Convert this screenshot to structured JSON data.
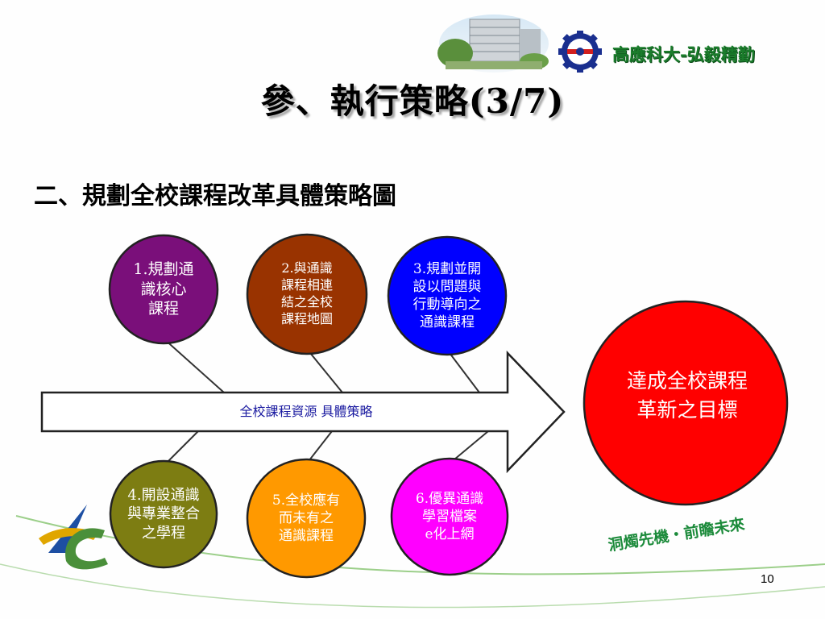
{
  "header": {
    "school_name": "高應科大-弘毅精勤",
    "title": "參、執行策略(3/7)"
  },
  "subtitle": "二、規劃全校課程改革具體策略圖",
  "diagram": {
    "arrow_label": "全校課程資源 具體策略",
    "goal": {
      "line1": "達成全校課程",
      "line2": "革新之目標",
      "color": "#ff0000"
    },
    "strategies_top": [
      {
        "lines": [
          "1.規劃通",
          "識核心",
          "課程"
        ],
        "color": "#7a0f7a"
      },
      {
        "lines": [
          "2.與通識",
          "課程相連",
          "結之全校",
          "課程地圖"
        ],
        "color": "#993300"
      },
      {
        "lines": [
          "3.規劃並開",
          "設以問題與",
          "行動導向之",
          "通識課程"
        ],
        "color": "#0000ff"
      }
    ],
    "strategies_bottom": [
      {
        "lines": [
          "4.開設通識",
          "與專業整合",
          "之學程"
        ],
        "color": "#7d7d12"
      },
      {
        "lines": [
          "5.全校應有",
          "而未有之",
          "通識課程"
        ],
        "color": "#ff9900"
      },
      {
        "lines": [
          "6.優異通識",
          "學習檔案",
          "e化上網"
        ],
        "color": "#ff00ff"
      }
    ]
  },
  "footer": {
    "motto": "洞燭先機・前瞻未來",
    "page_number": "10"
  },
  "colors": {
    "title_shadow": "#a9a9a9",
    "school_green": "#1b7d2c",
    "arrow_text": "#1a1aa0"
  },
  "icons": [
    "campus-building-photo",
    "school-gear-emblem",
    "kuas-swoosh-logo"
  ]
}
